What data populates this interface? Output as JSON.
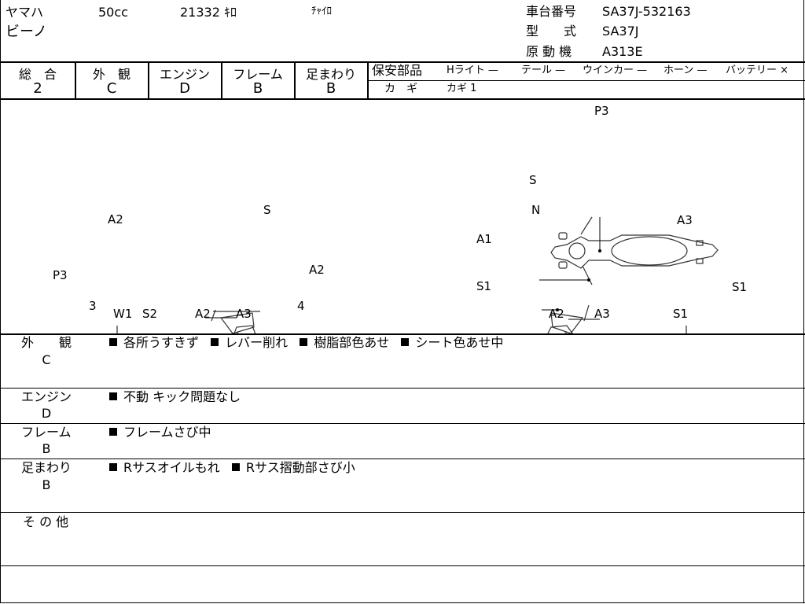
{
  "header": {
    "maker": "ヤマハ",
    "displacement": "50cc",
    "mileage": "21332 ｷﾛ",
    "color": "ﾁｬｲﾛ",
    "model_name": "ビーノ",
    "frame_no_label": "車台番号",
    "frame_no_value": "SA37J-532163",
    "type_label": "型　　式",
    "type_value": "SA37J",
    "engine_label": "原 動 機",
    "engine_value": "A313E"
  },
  "grades": {
    "overall_label": "総　合",
    "overall_value": "2",
    "exterior_label": "外　観",
    "exterior_value": "C",
    "engine_label": "エンジン",
    "engine_value": "D",
    "frame_label": "フレーム",
    "frame_value": "B",
    "suspension_label": "足まわり",
    "suspension_value": "B"
  },
  "safety": {
    "label": "保安部品",
    "headlight": "Hライト —",
    "tail": "テール —",
    "winker": "ウインカー —",
    "horn": "ホーン —",
    "battery": "バッテリー ×",
    "key_label": "カ　ギ",
    "key_value": "カギ 1"
  },
  "diagram_labels": {
    "top_p3": "P3",
    "top_s": "S",
    "left_a2_top": "A2",
    "left_s": "S",
    "left_p3": "P3",
    "left_a2_right": "A2",
    "left_3": "3",
    "left_w1": "W1",
    "left_s2": "S2",
    "left_a2_bottom": "A2",
    "left_a3_bottom": "A3",
    "left_4": "4",
    "right_n": "N",
    "right_a3_top": "A3",
    "right_a1": "A1",
    "right_s1_left": "S1",
    "right_s1_right": "S1",
    "right_a2_bottom": "A2",
    "right_a3_bottom": "A3",
    "right_s1_bottom": "S1"
  },
  "sections": [
    {
      "label": "外　　観",
      "grade": "C",
      "comments": [
        "各所うすきず",
        "レバー削れ",
        "樹脂部色あせ",
        "シート色あせ中"
      ]
    },
    {
      "label": "エンジン",
      "grade": "D",
      "comments": [
        "不動 キック問題なし"
      ]
    },
    {
      "label": "フレーム",
      "grade": "B",
      "comments": [
        "フレームさび中"
      ]
    },
    {
      "label": "足まわり",
      "grade": "B",
      "comments": [
        "Rサスオイルもれ",
        "Rサス摺動部さび小"
      ]
    },
    {
      "label": "そ の 他",
      "grade": "",
      "comments": []
    }
  ],
  "colors": {
    "line": "#000000",
    "accent_mark": "#d04020"
  }
}
